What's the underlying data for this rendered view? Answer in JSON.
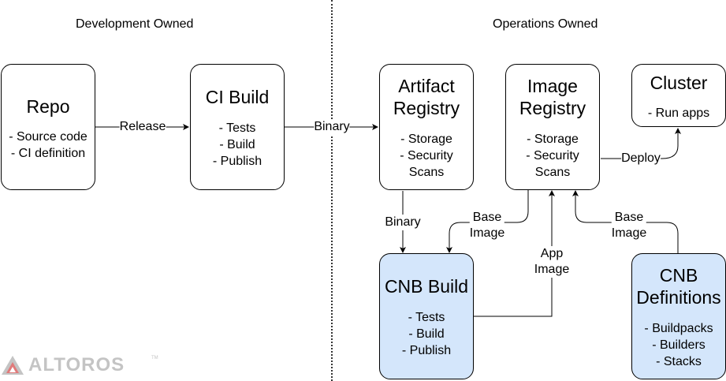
{
  "sections": {
    "left": "Development Owned",
    "right": "Operations Owned"
  },
  "nodes": {
    "repo": {
      "title": "Repo",
      "items": [
        "- Source code",
        "- CI definition"
      ]
    },
    "ci_build": {
      "title": "CI Build",
      "items": [
        "- Tests",
        "- Build",
        "- Publish"
      ]
    },
    "artifact_registry": {
      "title": "Artifact\nRegistry",
      "items": [
        "- Storage",
        "- Security",
        "Scans"
      ]
    },
    "image_registry": {
      "title": "Image\nRegistry",
      "items": [
        "- Storage",
        "- Security",
        "Scans"
      ]
    },
    "cluster": {
      "title": "Cluster",
      "items": [
        "- Run apps"
      ]
    },
    "cnb_build": {
      "title": "CNB Build",
      "items": [
        "- Tests",
        "- Build",
        "- Publish"
      ]
    },
    "cnb_definitions": {
      "title": "CNB\nDefinitions",
      "items": [
        "- Buildpacks",
        "- Builders",
        "- Stacks"
      ]
    }
  },
  "edges": {
    "release": "Release",
    "binary_to_artifact": "Binary",
    "binary_to_cnb": "Binary",
    "deploy": "Deploy",
    "base_image_left": "Base\nImage",
    "app_image": "App\nImage",
    "base_image_right": "Base\nImage"
  },
  "colors": {
    "cnb_fill": "#d4e6fb",
    "logo_gray": "#c4c4c4",
    "logo_red": "#e07a7a"
  },
  "logo": {
    "text": "ALTOROS",
    "mark": "TM"
  }
}
